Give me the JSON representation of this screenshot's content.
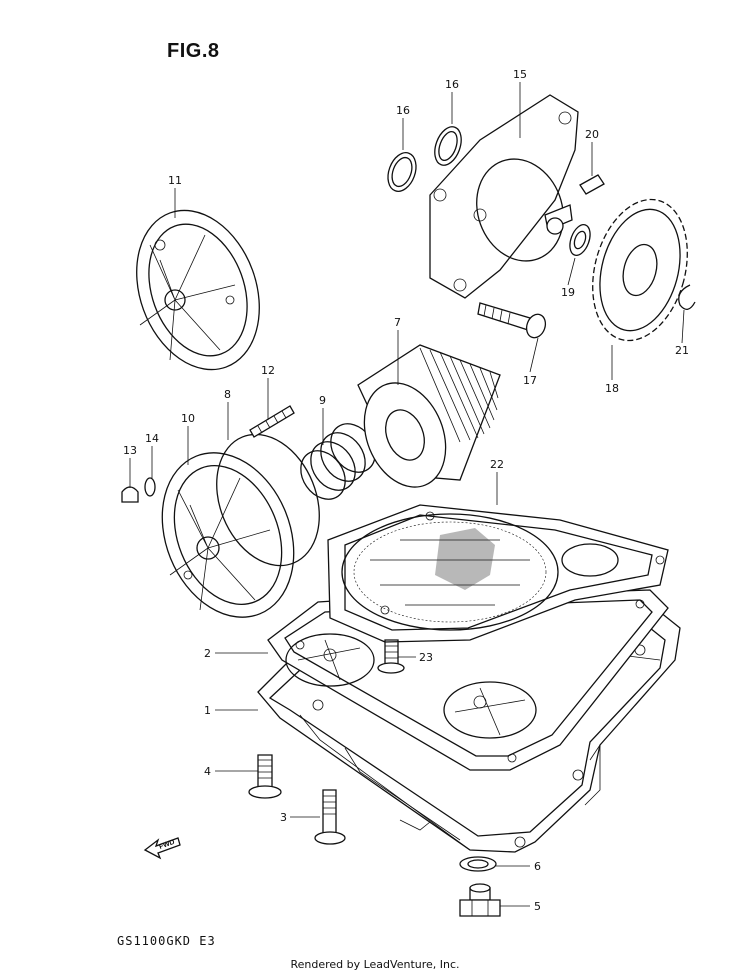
{
  "figure": {
    "title": "FIG.8",
    "model_code": "GS1100GKD  E3",
    "credit": "Rendered by LeadVenture, Inc.",
    "fwd_label": "FWD",
    "callouts": [
      {
        "id": "c1",
        "label": "1"
      },
      {
        "id": "c2",
        "label": "2"
      },
      {
        "id": "c3",
        "label": "3"
      },
      {
        "id": "c4",
        "label": "4"
      },
      {
        "id": "c5",
        "label": "5"
      },
      {
        "id": "c6",
        "label": "6"
      },
      {
        "id": "c7",
        "label": "7"
      },
      {
        "id": "c8",
        "label": "8"
      },
      {
        "id": "c9",
        "label": "9"
      },
      {
        "id": "c10",
        "label": "10"
      },
      {
        "id": "c11",
        "label": "11"
      },
      {
        "id": "c12",
        "label": "12"
      },
      {
        "id": "c13",
        "label": "13"
      },
      {
        "id": "c14",
        "label": "14"
      },
      {
        "id": "c15",
        "label": "15"
      },
      {
        "id": "c16",
        "label": "16"
      },
      {
        "id": "c17",
        "label": "17"
      },
      {
        "id": "c18",
        "label": "18"
      },
      {
        "id": "c19",
        "label": "19"
      },
      {
        "id": "c20",
        "label": "20"
      },
      {
        "id": "c21",
        "label": "21"
      },
      {
        "id": "c22",
        "label": "22"
      },
      {
        "id": "c23",
        "label": "23"
      }
    ]
  }
}
